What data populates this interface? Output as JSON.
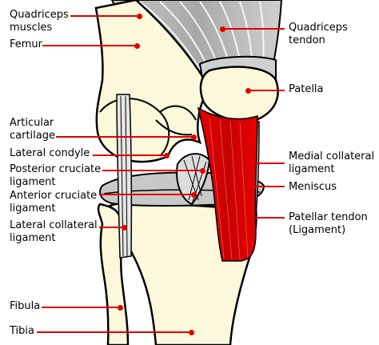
{
  "labels": {
    "quadriceps_muscles": [
      "Quadriceps",
      "muscles"
    ],
    "femur": "Femur",
    "articular_cartilage": [
      "Articular",
      "cartilage"
    ],
    "lateral_condyle": "Lateral condyle",
    "posterior_cruciate_ligament": [
      "Posterior cruciate",
      "ligament"
    ],
    "anterior_cruciate_ligament": [
      "Anterior cruciate",
      "ligament"
    ],
    "lateral_collateral_ligament": [
      "Lateral collateral",
      "ligament"
    ],
    "fibula": "Fibula",
    "tibia": "Tibia",
    "quadriceps_tendon": [
      "Quadriceps",
      "tendon"
    ],
    "patella": "Patella",
    "medial_collateral_ligament": [
      "Medial collateral",
      "ligament"
    ],
    "meniscus": "Meniscus",
    "patellar_tendon": [
      "Patellar tendon",
      "(Ligament)"
    ]
  },
  "colors": {
    "bone": "#fbf8dc",
    "tendon_red": "#e40000",
    "muscle_gray": "#b8b8b8",
    "leader_red": "#e00000",
    "outline": "#000000"
  }
}
